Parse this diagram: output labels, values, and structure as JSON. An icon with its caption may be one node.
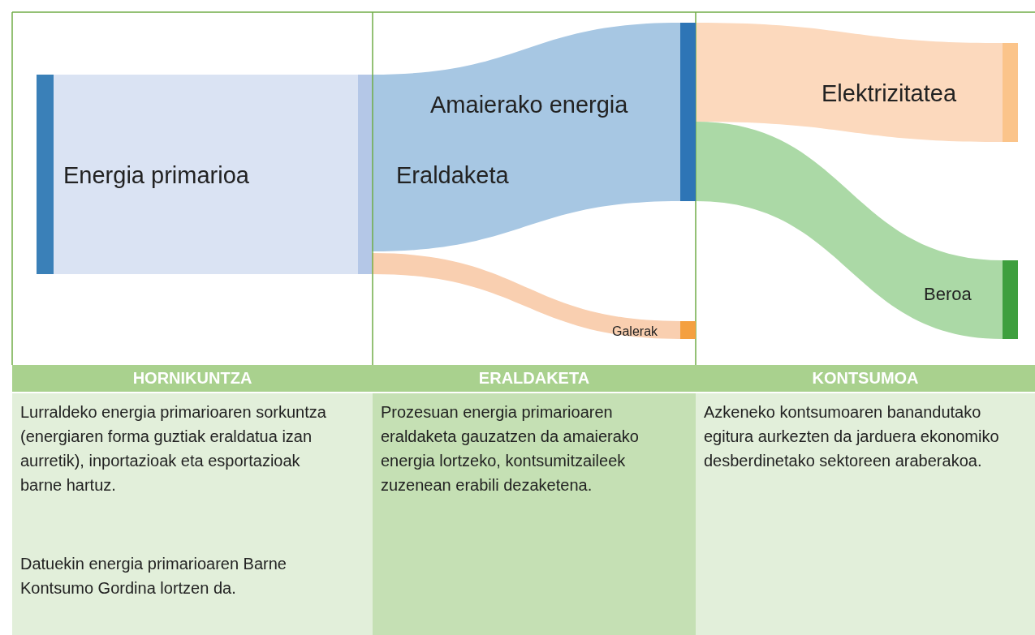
{
  "diagram": {
    "nodes": [
      {
        "text": [
          "Energia primarioa"
        ]
      },
      {
        "text": [
          "Eraldaketa"
        ]
      },
      {
        "text": [
          "Amaierako energia"
        ]
      },
      {
        "text": [
          "Galerak"
        ]
      },
      {
        "text": [
          "Elektrizitatea"
        ]
      },
      {
        "text": [
          "Beroa"
        ]
      },
      {
        "text": [
          "HORNIKUNTZA",
          "Lurraldeko energia primarioaren sorkuntza (energiaren forma guztiak eraldatua izan aurretik), inportazioak eta esportazioak barne hartuz.",
          "Datuekin energia primarioaren Barne Kontsumo Gordina lortzen da."
        ]
      },
      {
        "text": [
          "ERALDAKETA",
          "Prozesuan energia primarioaren eraldaketa gauzatzen da amaierako energia lortzeko, kontsumitzaileek zuzenean erabili dezaketena."
        ]
      },
      {
        "text": [
          "KONTSUMOA",
          "Azkeneko kontsumoaren banandutako egitura aurkezten da jarduera ekonomiko desberdinetako sektoreen araberakoa."
        ]
      }
    ],
    "edges": [
      {
        "from": 0,
        "to": 1,
        "arrow": "none",
        "color": "#dae3f3"
      },
      {
        "from": 1,
        "to": 2,
        "arrow": "none",
        "color": "#a7c7e3"
      },
      {
        "from": 1,
        "to": 3,
        "arrow": "none",
        "color": "#f9cfb0"
      },
      {
        "from": 2,
        "to": 4,
        "arrow": "none",
        "color": "#fcd9bd"
      },
      {
        "from": 2,
        "to": 5,
        "arrow": "none",
        "color": "#abd9a6"
      }
    ]
  }
}
